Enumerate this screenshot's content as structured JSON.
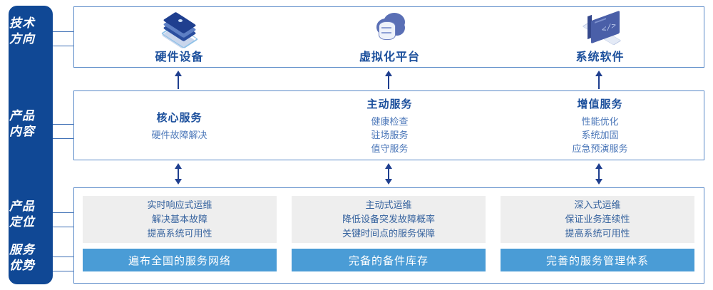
{
  "sidebar": {
    "items": [
      {
        "name": "tech-direction",
        "lines": [
          "技术",
          "方向"
        ]
      },
      {
        "name": "product-content",
        "lines": [
          "产品",
          "内容"
        ]
      },
      {
        "name": "product-position",
        "lines": [
          "产品",
          "定位"
        ]
      },
      {
        "name": "service-advantage",
        "lines": [
          "服务",
          "优势"
        ]
      }
    ],
    "color": "#104895"
  },
  "tech_row": {
    "columns": [
      {
        "icon": "server-stack-icon",
        "label": "硬件设备"
      },
      {
        "icon": "cloud-database-icon",
        "label": "虚拟化平台"
      },
      {
        "icon": "laptop-code-icon",
        "label": "系统软件"
      }
    ]
  },
  "content_row": {
    "columns": [
      {
        "title": "核心服务",
        "items": [
          "硬件故障解决"
        ]
      },
      {
        "title": "主动服务",
        "items": [
          "健康检查",
          "驻场服务",
          "值守服务"
        ]
      },
      {
        "title": "增值服务",
        "items": [
          "性能优化",
          "系统加固",
          "应急预演服务"
        ]
      }
    ]
  },
  "position_row": {
    "cards": [
      {
        "lines": [
          "实时响应式运维",
          "解决基本故障",
          "提高系统可用性"
        ]
      },
      {
        "lines": [
          "主动式运维",
          "降低设备突发故障概率",
          "关键时间点的服务保障"
        ]
      },
      {
        "lines": [
          "深入式运维",
          "保证业务连续性",
          "提高系统可用性"
        ]
      }
    ]
  },
  "advantage_row": {
    "bars": [
      {
        "label": "遍布全国的服务网络"
      },
      {
        "label": "完备的备件库存"
      },
      {
        "label": "完善的服务管理体系"
      }
    ],
    "color": "#4a9cd6"
  },
  "colors": {
    "sidebar_blue": "#104895",
    "border_blue": "#5a8ac8",
    "title_blue": "#1b4f9c",
    "body_blue": "#4a76b8",
    "card_gray": "#eeeeee",
    "bar_blue": "#4a9cd6",
    "arrow_blue": "#1f3f8f"
  }
}
